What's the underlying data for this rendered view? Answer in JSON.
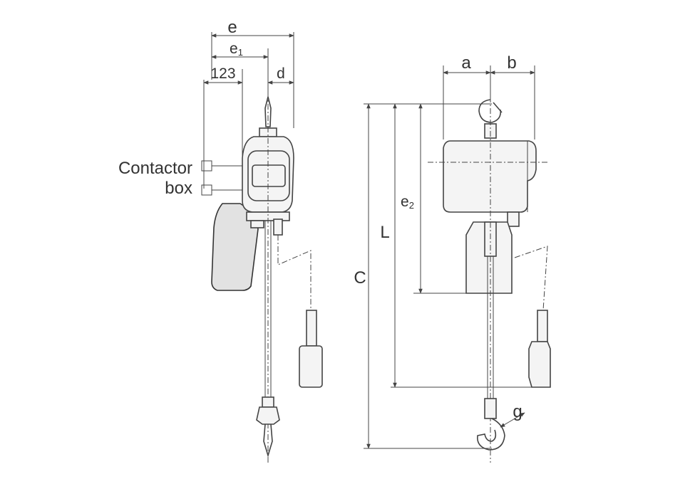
{
  "dimensions": {
    "e": "e",
    "e1_base": "e",
    "e1_sub": "1",
    "dim_123": "123",
    "d": "d",
    "a": "a",
    "b": "b",
    "e2_base": "e",
    "e2_sub": "2",
    "L": "L",
    "C": "C",
    "g": "g"
  },
  "callouts": {
    "contactor_line1": "Contactor",
    "contactor_line2": "box"
  }
}
